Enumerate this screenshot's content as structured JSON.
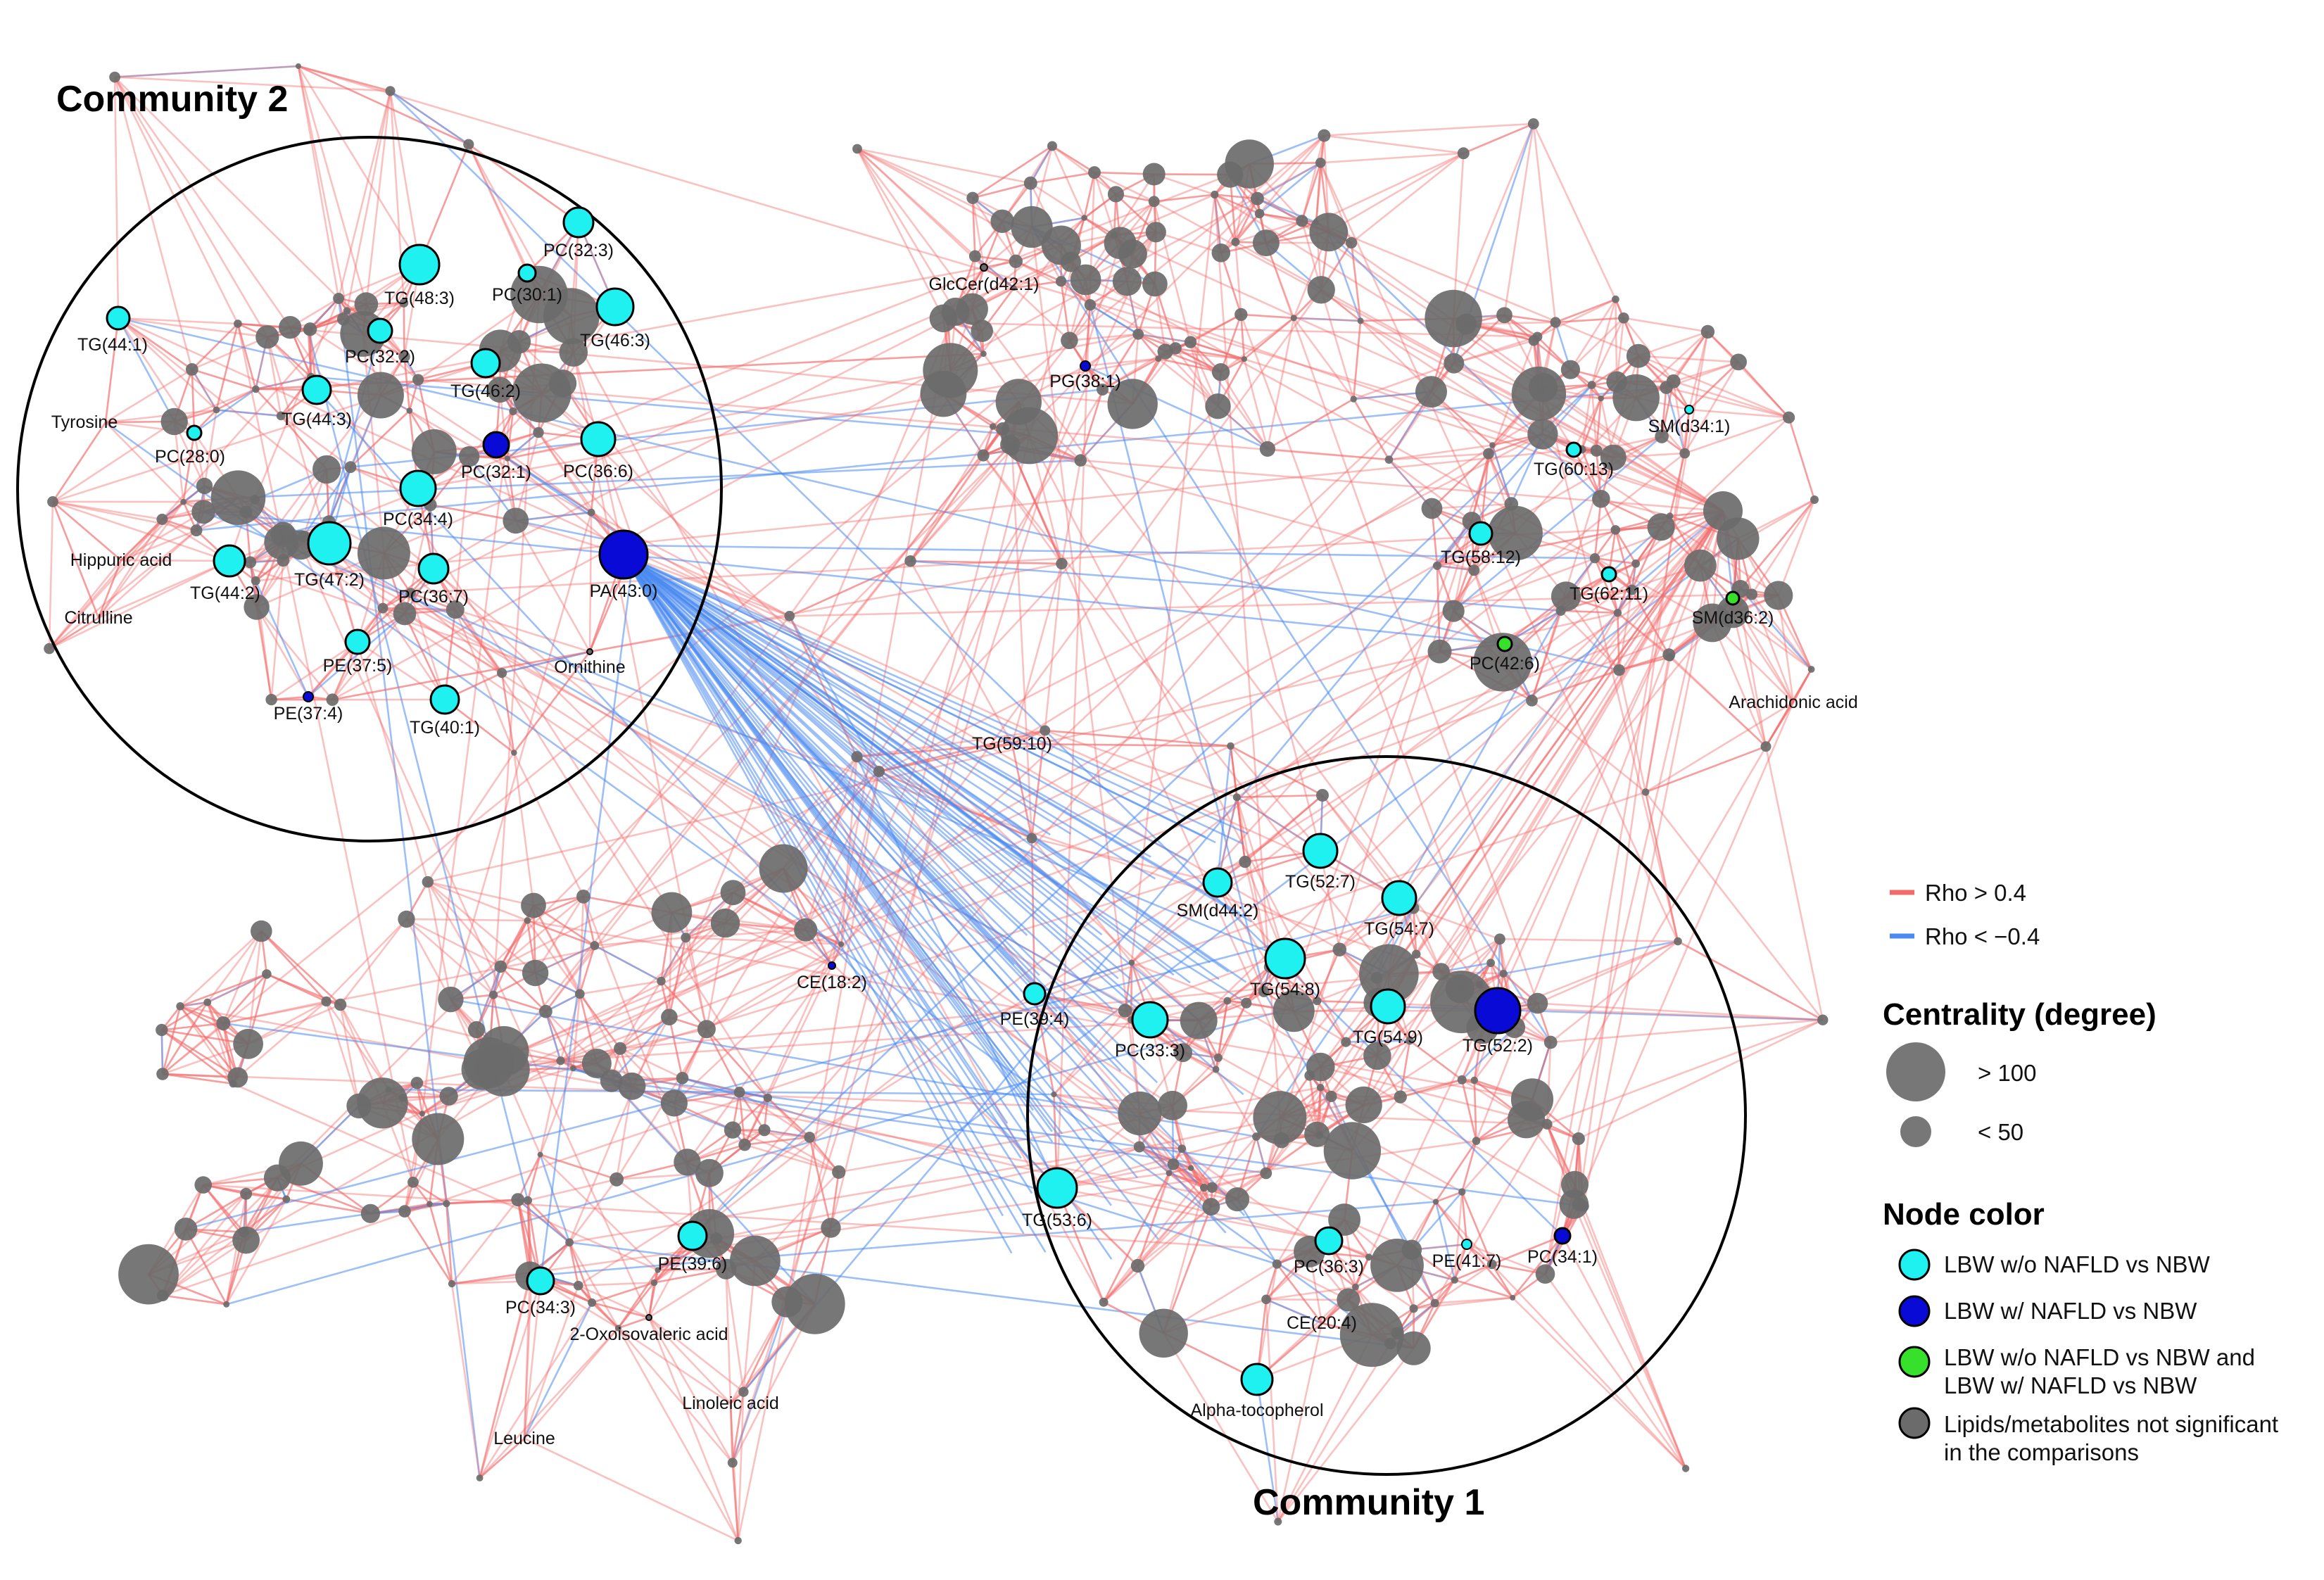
{
  "colors": {
    "positive_edge": "#f26b6b",
    "negative_edge": "#4a8af0",
    "cyan": "#1ff0f0",
    "blue": "#0a0ad6",
    "green": "#37e02a",
    "gray": "#6b6b6b"
  },
  "communities": [
    {
      "label": "Community 2"
    },
    {
      "label": "Community 1"
    }
  ],
  "nodes": [
    {
      "label": "TG(44:1)",
      "color": "cyan",
      "degree": "low"
    },
    {
      "label": "Tyrosine",
      "color": "gray",
      "degree": "low"
    },
    {
      "label": "PC(28:0)",
      "color": "cyan",
      "degree": "low"
    },
    {
      "label": "Hippuric acid",
      "color": "gray",
      "degree": "low"
    },
    {
      "label": "Citrulline",
      "color": "gray",
      "degree": "low"
    },
    {
      "label": "TG(44:2)",
      "color": "cyan",
      "degree": "medium"
    },
    {
      "label": "TG(44:3)",
      "color": "cyan",
      "degree": "medium"
    },
    {
      "label": "PC(32:2)",
      "color": "cyan",
      "degree": "medium"
    },
    {
      "label": "TG(48:3)",
      "color": "cyan",
      "degree": "medium"
    },
    {
      "label": "PC(30:1)",
      "color": "cyan",
      "degree": "low"
    },
    {
      "label": "PC(32:3)",
      "color": "cyan",
      "degree": "medium"
    },
    {
      "label": "TG(46:3)",
      "color": "cyan",
      "degree": "medium"
    },
    {
      "label": "TG(46:2)",
      "color": "cyan",
      "degree": "medium"
    },
    {
      "label": "PC(32:1)",
      "color": "blue",
      "degree": "medium"
    },
    {
      "label": "PC(36:6)",
      "color": "cyan",
      "degree": "medium"
    },
    {
      "label": "PC(34:4)",
      "color": "cyan",
      "degree": "medium"
    },
    {
      "label": "TG(47:2)",
      "color": "cyan",
      "degree": "high"
    },
    {
      "label": "PC(36:7)",
      "color": "cyan",
      "degree": "medium"
    },
    {
      "label": "PA(43:0)",
      "color": "blue",
      "degree": "high"
    },
    {
      "label": "Ornithine",
      "color": "gray",
      "degree": "low"
    },
    {
      "label": "PE(37:5)",
      "color": "cyan",
      "degree": "medium"
    },
    {
      "label": "PE(37:4)",
      "color": "blue",
      "degree": "low"
    },
    {
      "label": "TG(40:1)",
      "color": "cyan",
      "degree": "medium"
    },
    {
      "label": "GlcCer(d42:1)",
      "color": "gray",
      "degree": "low"
    },
    {
      "label": "PG(38:1)",
      "color": "blue",
      "degree": "low"
    },
    {
      "label": "SM(d34:1)",
      "color": "cyan",
      "degree": "low"
    },
    {
      "label": "TG(60:13)",
      "color": "cyan",
      "degree": "low"
    },
    {
      "label": "TG(58:12)",
      "color": "cyan",
      "degree": "medium"
    },
    {
      "label": "TG(62:11)",
      "color": "cyan",
      "degree": "low"
    },
    {
      "label": "SM(d36:2)",
      "color": "green",
      "degree": "low"
    },
    {
      "label": "PC(42:6)",
      "color": "green",
      "degree": "low"
    },
    {
      "label": "Arachidonic acid",
      "color": "gray",
      "degree": "low"
    },
    {
      "label": "TG(59:10)",
      "color": "gray",
      "degree": "low"
    },
    {
      "label": "TG(52:7)",
      "color": "cyan",
      "degree": "medium"
    },
    {
      "label": "SM(d44:2)",
      "color": "cyan",
      "degree": "medium"
    },
    {
      "label": "TG(54:7)",
      "color": "cyan",
      "degree": "medium"
    },
    {
      "label": "TG(54:8)",
      "color": "cyan",
      "degree": "high"
    },
    {
      "label": "PE(39:4)",
      "color": "cyan",
      "degree": "low"
    },
    {
      "label": "PC(33:3)",
      "color": "cyan",
      "degree": "medium"
    },
    {
      "label": "TG(54:9)",
      "color": "cyan",
      "degree": "medium"
    },
    {
      "label": "TG(52:2)",
      "color": "blue",
      "degree": "high"
    },
    {
      "label": "TG(53:6)",
      "color": "cyan",
      "degree": "high"
    },
    {
      "label": "PC(36:3)",
      "color": "cyan",
      "degree": "medium"
    },
    {
      "label": "PE(41:7)",
      "color": "cyan",
      "degree": "low"
    },
    {
      "label": "PC(34:1)",
      "color": "blue",
      "degree": "low"
    },
    {
      "label": "CE(20:4)",
      "color": "gray",
      "degree": "low"
    },
    {
      "label": "Alpha-tocopherol",
      "color": "cyan",
      "degree": "medium"
    },
    {
      "label": "CE(18:2)",
      "color": "blue",
      "degree": "low"
    },
    {
      "label": "PE(39:6)",
      "color": "cyan",
      "degree": "medium"
    },
    {
      "label": "PC(34:3)",
      "color": "cyan",
      "degree": "medium"
    },
    {
      "label": "2-Oxoisovaleric acid",
      "color": "gray",
      "degree": "low"
    },
    {
      "label": "Linoleic acid",
      "color": "gray",
      "degree": "low"
    },
    {
      "label": "Leucine",
      "color": "gray",
      "degree": "low"
    }
  ],
  "legend": {
    "edges": [
      {
        "label": "Rho > 0.4",
        "color": "positive_edge"
      },
      {
        "label": "Rho < −0.4",
        "color": "negative_edge"
      }
    ],
    "centrality_title": "Centrality (degree)",
    "centrality": [
      {
        "label": "> 100"
      },
      {
        "label": "< 50"
      }
    ],
    "node_color_title": "Node color",
    "node_colors": [
      {
        "lines": [
          "LBW w/o NAFLD vs NBW"
        ],
        "color": "cyan"
      },
      {
        "lines": [
          "LBW w/ NAFLD vs NBW"
        ],
        "color": "blue"
      },
      {
        "lines": [
          "LBW w/o NAFLD vs NBW and",
          "LBW w/ NAFLD vs NBW"
        ],
        "color": "green"
      },
      {
        "lines": [
          "Lipids/metabolites not significant",
          "in the comparisons"
        ],
        "color": "gray"
      }
    ]
  }
}
